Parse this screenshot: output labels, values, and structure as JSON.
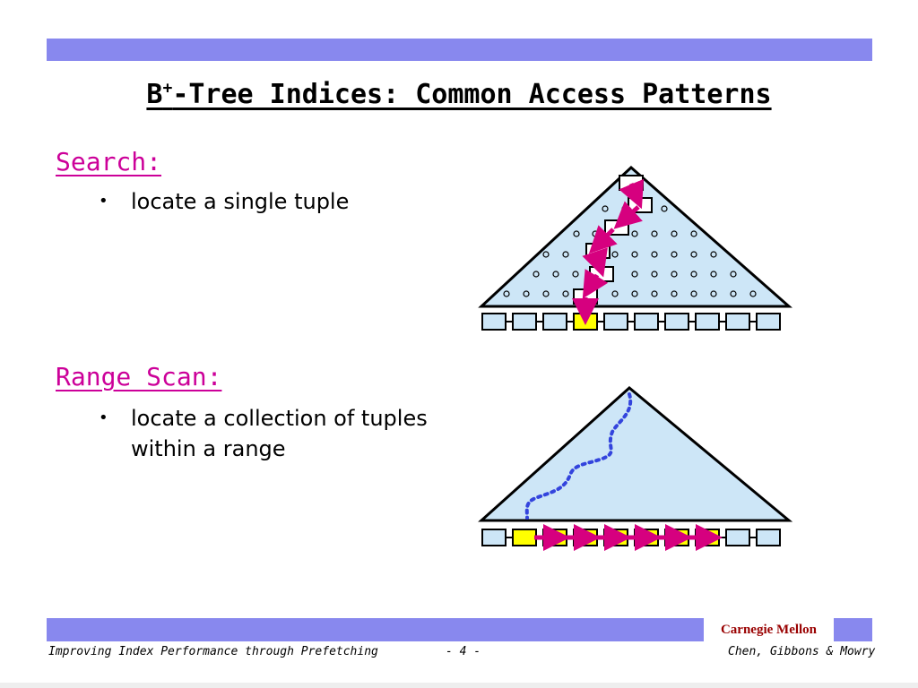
{
  "slide": {
    "title_base": "B",
    "title_sup": "+",
    "title_rest": "-Tree Indices: Common Access Patterns"
  },
  "sections": [
    {
      "heading": "Search:",
      "bullets": [
        "locate a single tuple"
      ]
    },
    {
      "heading": "Range Scan:",
      "bullets": [
        "locate a collection of tuples",
        "within a range"
      ]
    }
  ],
  "bullet_symbol": "•",
  "footer": {
    "left": "Improving Index Performance through Prefetching",
    "center": "- 4 -",
    "right": "Chen, Gibbons & Mowry",
    "logo_text": "Carnegie Mellon"
  },
  "colors": {
    "band": "#8888ee",
    "heading": "#cc0099",
    "tree_fill": "#cde6f7",
    "highlight_leaf": "#ffff00",
    "arrow": "#d6007f",
    "dotted_path": "#3344dd",
    "logo_text": "#990000"
  }
}
